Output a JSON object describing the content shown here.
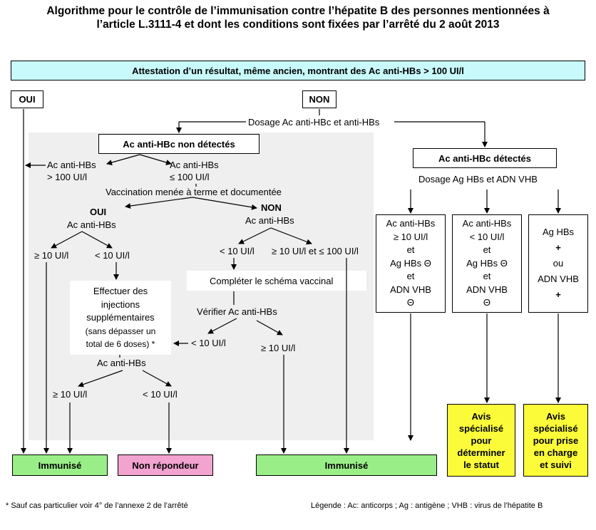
{
  "title_line1": "Algorithme pour le contrôle de l’immunisation contre l’hépatite B des personnes mentionnées à",
  "title_line2": "l’article L.3111-4 et dont les conditions sont fixées par l’arrêté du 2 août 2013",
  "top_box": "Attestation d’un résultat, même ancien, montrant des Ac anti-HBs > 100 UI/l",
  "oui": "OUI",
  "non": "NON",
  "dosage_hbc_hbs": "Dosage Ac anti-HBc et anti-HBs",
  "hbc_non_detectes": "Ac anti-HBc non détectés",
  "hbc_detectes": "Ac anti-HBc détectés",
  "dosage_ag_adn": "Dosage Ag HBs et ADN VHB",
  "hbs_gt100_l1": "Ac anti-HBs",
  "hbs_gt100_l2": "> 100 UI/l",
  "hbs_le100_l1": "Ac anti-HBs",
  "hbs_le100_l2": "≤ 100 UI/l",
  "vaccination": "Vaccination menée à terme et documentée",
  "vac_oui": "OUI",
  "vac_oui_sub": "Ac anti-HBs",
  "vac_non": "NON",
  "vac_non_sub": "Ac anti-HBs",
  "ge10_a": "≥ 10 UI/l",
  "lt10_a": "< 10 UI/l",
  "lt10_b": "< 10 UI/l",
  "between": "≥ 10 UI/l et ≤ 100 UI/l",
  "injections": [
    "Effectuer des",
    "injections",
    "supplémentaires",
    "(sans dépasser un",
    "total de 6 doses) *"
  ],
  "completer": "Compléter le schéma vaccinal",
  "verifier": "Vérifier Ac anti-HBs",
  "lt10_c": "< 10 UI/l",
  "ge10_c": "≥ 10 UI/l",
  "acanti_bottom": "Ac anti-HBs",
  "ge10_d": "≥ 10 UI/l",
  "lt10_d": "< 10 UI/l",
  "col1": [
    "Ac anti-HBs",
    "≥ 10 UI/l",
    "et",
    "Ag HBs Θ",
    "et",
    "ADN VHB",
    "Θ"
  ],
  "col2": [
    "Ac anti-HBs",
    "< 10 UI/l",
    "et",
    "Ag HBs Θ",
    "et",
    "ADN VHB",
    "Θ"
  ],
  "col3": [
    "Ag HBs",
    "+",
    "ou",
    "ADN VHB",
    "+"
  ],
  "immunise_1": "Immunisé",
  "non_repondeur": "Non répondeur",
  "immunise_2": "Immunisé",
  "avis1": [
    "Avis",
    "spécialisé",
    "pour",
    "déterminer",
    "le statut"
  ],
  "avis2": [
    "Avis",
    "spécialisé",
    "pour prise",
    "en charge",
    "et suivi"
  ],
  "footnote": "* Sauf cas particulier voir  4° de l’annexe 2 de l’arrêté",
  "legend": "Légende : Ac: anticorps ; Ag : antigène ; VHB : virus de l’hépatite B",
  "colors": {
    "cyan": "#c8f9fb",
    "green": "#9aee88",
    "pink": "#f2a3cf",
    "yellow": "#fbfb39",
    "gray_panel": "#efefef"
  }
}
